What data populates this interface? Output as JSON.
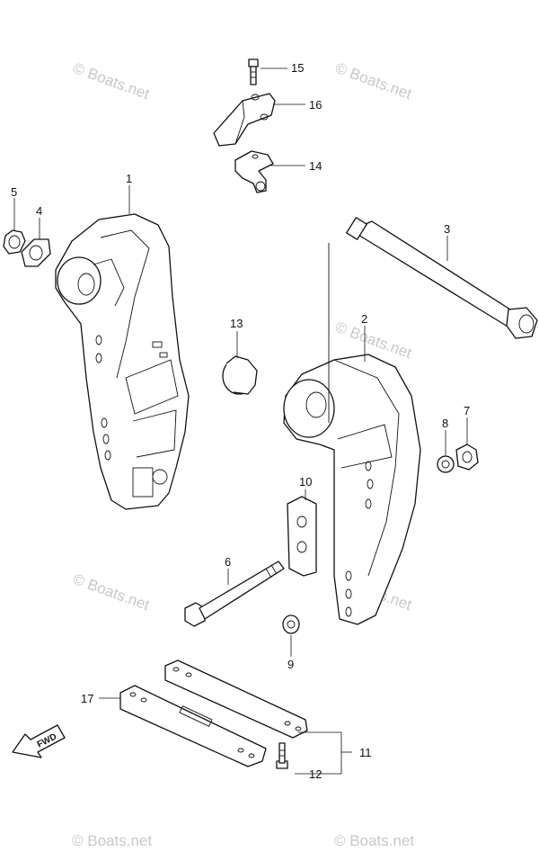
{
  "watermark": "© Boats.net",
  "fwd_label": "FWD",
  "callouts": {
    "c1": "1",
    "c2": "2",
    "c3": "3",
    "c4": "4",
    "c5": "5",
    "c6": "6",
    "c7": "7",
    "c8": "8",
    "c9": "9",
    "c10": "10",
    "c11": "11",
    "c12": "12",
    "c13": "13",
    "c14": "14",
    "c15": "15",
    "c16": "16",
    "c17": "17"
  }
}
